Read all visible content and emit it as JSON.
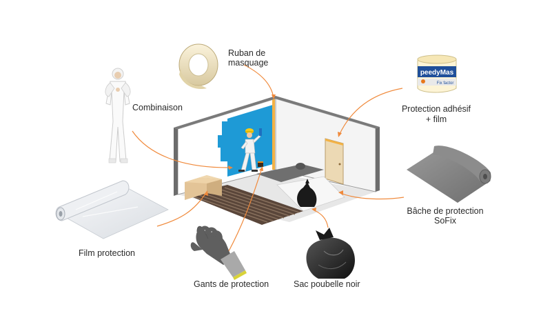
{
  "labels": {
    "combinaison": "Combinaison",
    "ruban_line1": "Ruban de",
    "ruban_line2": "masquage",
    "protection_adhesif_line1": "Protection adhésif",
    "protection_adhesif_line2": "+ film",
    "bache_line1": "Bâche de protection",
    "bache_line2": "SoFix",
    "film_protection": "Film protection",
    "gants": "Gants de protection",
    "sac": "Sac poubelle noir"
  },
  "product_text": {
    "speedymask_brand": "peedyMas",
    "speedymask_sub": "Fix factor"
  },
  "colors": {
    "leader_line": "#f08a3c",
    "wall_blue": "#1e9ad6",
    "door": "#ecd9b4",
    "floor_wood": "#5a463a"
  }
}
